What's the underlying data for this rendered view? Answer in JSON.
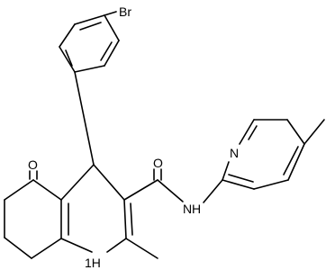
{
  "atom_labels": {
    "bromine": "Br",
    "ketone_oxygen": "O",
    "amide_oxygen": "O",
    "amide_nh": "N",
    "amide_h": "H",
    "pyridine_n": "N",
    "ring_nh": "1H"
  },
  "colors": {
    "bond": "#000000",
    "text": "#000000",
    "background": "#ffffff"
  }
}
